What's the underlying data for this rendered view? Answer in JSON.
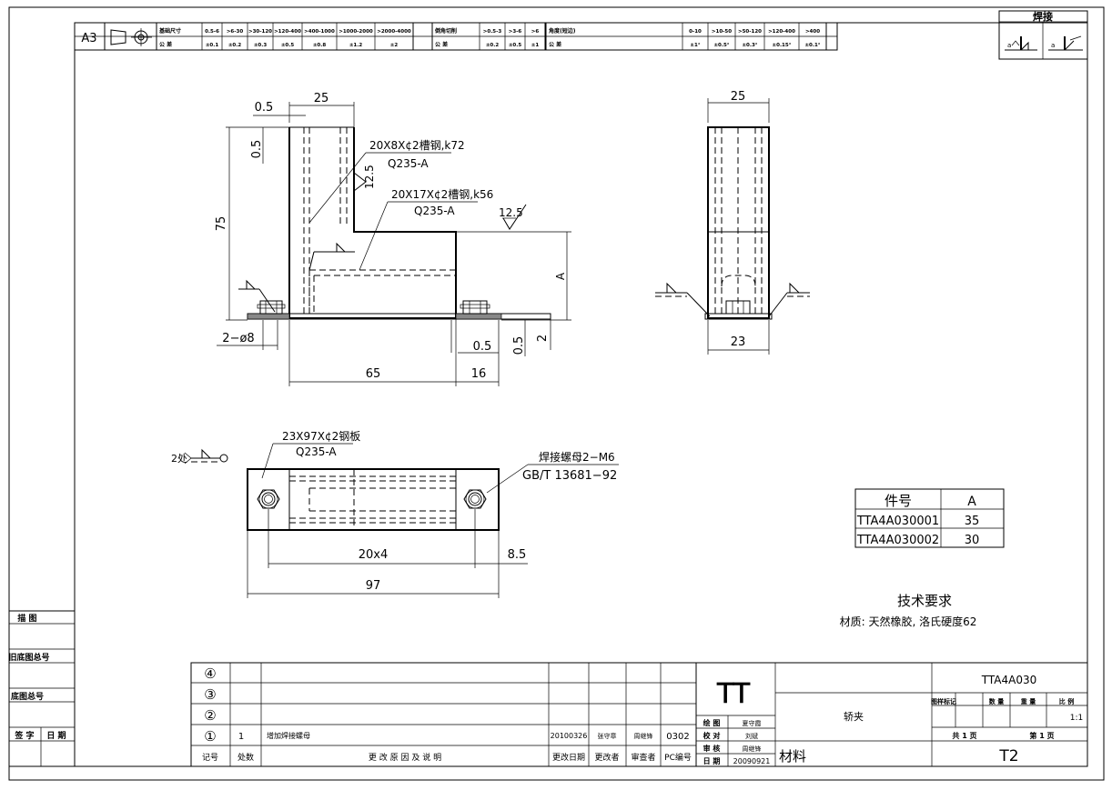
{
  "header": {
    "sheet_size": "A3",
    "tol_table_1": {
      "row_labels": [
        "基础尺寸",
        "公 差"
      ],
      "columns": [
        [
          "0.5-6",
          "±0.1"
        ],
        [
          ">6-30",
          "±0.2"
        ],
        [
          ">30-120",
          "±0.3"
        ],
        [
          ">120-400",
          "±0.5"
        ],
        [
          ">400-1000",
          "±0.8"
        ],
        [
          ">1000-2000",
          "±1.2"
        ],
        [
          ">2000-4000",
          "±2"
        ]
      ]
    },
    "tol_table_2": {
      "row_labels": [
        "倒角切削",
        "公 差"
      ],
      "columns": [
        [
          ">0.5-3",
          "±0.2"
        ],
        [
          ">3-6",
          "±0.5"
        ],
        [
          ">6",
          "±1"
        ]
      ]
    },
    "tol_table_3": {
      "row_labels": [
        "角度(短边)",
        "公 差"
      ],
      "columns": [
        [
          "0-10",
          "±1°"
        ],
        [
          ">10-50",
          "±0.5°"
        ],
        [
          ">50-120",
          "±0.3°"
        ],
        [
          ">120-400",
          "±0.15°"
        ],
        [
          ">400",
          "±0.1°"
        ]
      ]
    },
    "weld_box_title": "焊接"
  },
  "front_view": {
    "dim_top_width": "25",
    "dim_top_gap": "0.5",
    "dim_side_gap": "0.5",
    "dim_height": "75",
    "label_steel1": "20X8X¢2槽钢,k72",
    "label_mat1": "Q235-A",
    "roughness1": "12.5",
    "label_steel2": "20X17X¢2槽钢,k56",
    "label_mat2": "Q235-A",
    "roughness2": "12.5",
    "dim_A": "A",
    "dim_hole": "2−ø8",
    "dim_bottom_05a": "0.5",
    "dim_bottom_05b": "0.5",
    "dim_bottom_2": "2",
    "dim_65": "65",
    "dim_16": "16"
  },
  "side_view": {
    "dim_top": "25",
    "dim_bottom": "23"
  },
  "plan_view": {
    "label_plate": "23X97X¢2钢板",
    "label_mat": "Q235-A",
    "label_count": "2处",
    "label_nut": "焊接螺母2−M6",
    "label_std": "GB/T 13681−92",
    "dim_20x4": "20x4",
    "dim_85": "8.5",
    "dim_97": "97"
  },
  "part_table": {
    "headers": [
      "件号",
      "A"
    ],
    "rows": [
      [
        "TTA4A030001",
        "35"
      ],
      [
        "TTA4A030002",
        "30"
      ]
    ]
  },
  "notes": {
    "title": "技术要求",
    "text": "材质: 天然橡胶, 洛氏硬度62"
  },
  "left_margin": {
    "labels": [
      "描 图",
      "旧底图总号",
      "底图总号"
    ],
    "sign": "签 字",
    "date": "日 期"
  },
  "revision_table": {
    "marks": [
      "④",
      "③",
      "②",
      "①"
    ],
    "row1": {
      "count": "1",
      "desc": "增加焊接螺母",
      "date": "20100326",
      "changer": "张守章",
      "checker": "周继锋",
      "pc": "0302"
    },
    "footer": [
      "记号",
      "处数",
      "更 改 原 因 及 说 明",
      "更改日期",
      "更改者",
      "审查者",
      "PC编号"
    ]
  },
  "title_block": {
    "logo": "TT",
    "drawing_no": "TTA4A030",
    "part_name": "轿夹",
    "material_label": "材料",
    "material_value": "T2",
    "design": {
      "label": "绘 图",
      "value": "夏守霞"
    },
    "check": {
      "label": "校 对",
      "value": "刘斌"
    },
    "approve": {
      "label": "审 核",
      "value": "周继锋"
    },
    "date": {
      "label": "日 期",
      "value": "20090921"
    },
    "stage_label": "图样标记",
    "count_label": "数 量",
    "weight_label": "重 量",
    "scale_label": "比 例",
    "scale_value": "1:1",
    "sheets": "共 1 页",
    "sheet_no": "第 1 页"
  }
}
